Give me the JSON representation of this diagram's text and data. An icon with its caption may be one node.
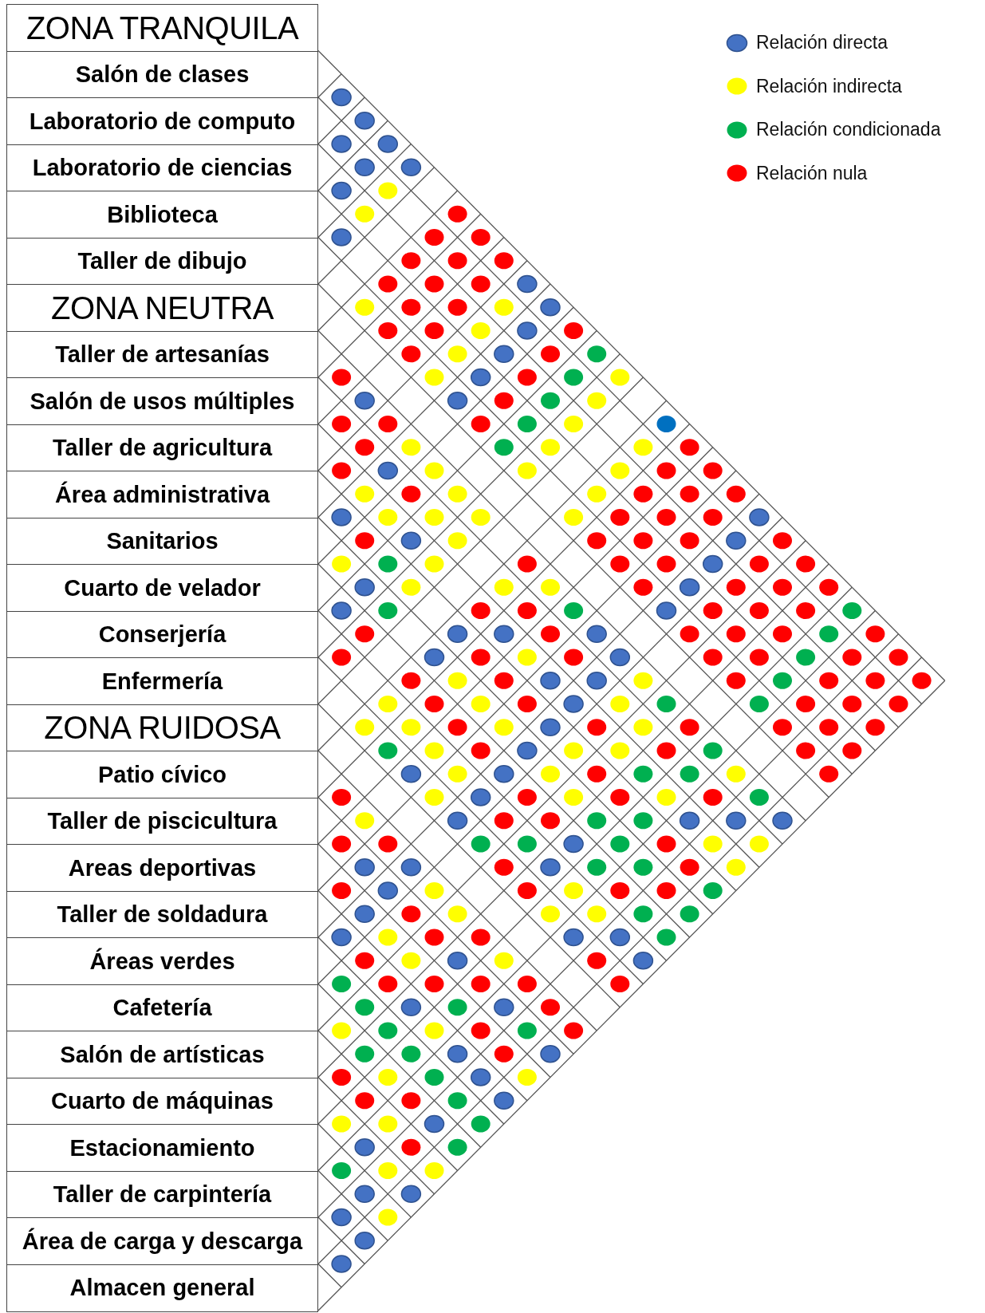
{
  "diagram": {
    "nodes": [
      {
        "text": [
          "ZONA TRANQUILA"
        ]
      },
      {
        "text": [
          "Salón de clases"
        ]
      },
      {
        "text": [
          "Laboratorio de computo"
        ]
      },
      {
        "text": [
          "Laboratorio de ciencias"
        ]
      },
      {
        "text": [
          "Biblioteca"
        ]
      },
      {
        "text": [
          "Taller de dibujo"
        ]
      },
      {
        "text": [
          "ZONA NEUTRA"
        ]
      },
      {
        "text": [
          "Taller de artesanías"
        ]
      },
      {
        "text": [
          "Salón de usos múltiples"
        ]
      },
      {
        "text": [
          "Taller de agricultura"
        ]
      },
      {
        "text": [
          "Área administrativa"
        ]
      },
      {
        "text": [
          "Sanitarios"
        ]
      },
      {
        "text": [
          "Cuarto de velador"
        ]
      },
      {
        "text": [
          "Conserjería"
        ]
      },
      {
        "text": [
          "Enfermería"
        ]
      },
      {
        "text": [
          "ZONA RUIDOSA"
        ]
      },
      {
        "text": [
          "Patio cívico"
        ]
      },
      {
        "text": [
          "Taller de piscicultura"
        ]
      },
      {
        "text": [
          "Areas deportivas"
        ]
      },
      {
        "text": [
          "Taller de soldadura"
        ]
      },
      {
        "text": [
          "Áreas verdes"
        ]
      },
      {
        "text": [
          "Cafetería"
        ]
      },
      {
        "text": [
          "Salón de artísticas"
        ]
      },
      {
        "text": [
          "Cuarto de máquinas"
        ]
      },
      {
        "text": [
          "Estacionamiento"
        ]
      },
      {
        "text": [
          "Taller de carpintería"
        ]
      },
      {
        "text": [
          "Área de carga y descarga"
        ]
      },
      {
        "text": [
          "Almacen general"
        ]
      }
    ],
    "legend": [
      {
        "text": "Relación directa",
        "color": "#4472c4"
      },
      {
        "text": "Relación indirecta",
        "color": "#ffff00"
      },
      {
        "text": "Relación condicionada",
        "color": "#00b050"
      },
      {
        "text": "Relación nula",
        "color": "#ff0000"
      }
    ]
  }
}
